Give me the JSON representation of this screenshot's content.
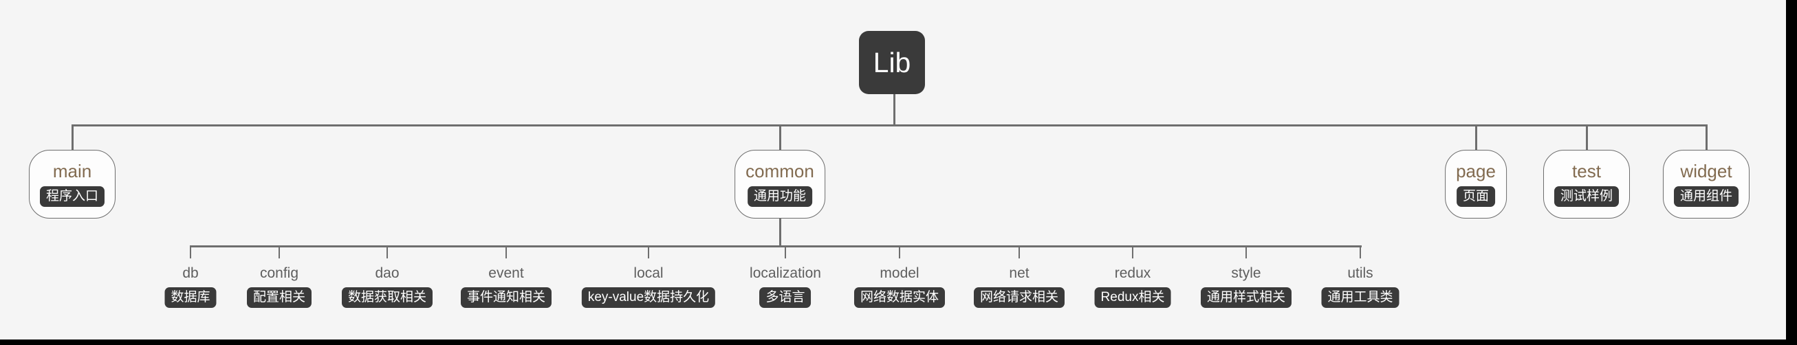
{
  "diagram": {
    "root": {
      "label": "Lib"
    },
    "branches": [
      {
        "name": "main",
        "badge": "程序入口"
      },
      {
        "name": "common",
        "badge": "通用功能"
      },
      {
        "name": "page",
        "badge": "页面"
      },
      {
        "name": "test",
        "badge": "测试样例"
      },
      {
        "name": "widget",
        "badge": "通用组件"
      }
    ],
    "common_children": [
      {
        "name": "db",
        "badge": "数据库"
      },
      {
        "name": "config",
        "badge": "配置相关"
      },
      {
        "name": "dao",
        "badge": "数据获取相关"
      },
      {
        "name": "event",
        "badge": "事件通知相关"
      },
      {
        "name": "local",
        "badge": "key-value数据持久化"
      },
      {
        "name": "localization",
        "badge": "多语言"
      },
      {
        "name": "model",
        "badge": "网络数据实体"
      },
      {
        "name": "net",
        "badge": "网络请求相关"
      },
      {
        "name": "redux",
        "badge": "Redux相关"
      },
      {
        "name": "style",
        "badge": "通用样式相关"
      },
      {
        "name": "utils",
        "badge": "通用工具类"
      }
    ],
    "colors": {
      "background": "#f5f5f5",
      "node_dark": "#3a3a3a",
      "branch_title": "#826b50",
      "child_label": "#5e5e5e",
      "connector": "#6e6e6e",
      "frame": "#000000"
    }
  }
}
